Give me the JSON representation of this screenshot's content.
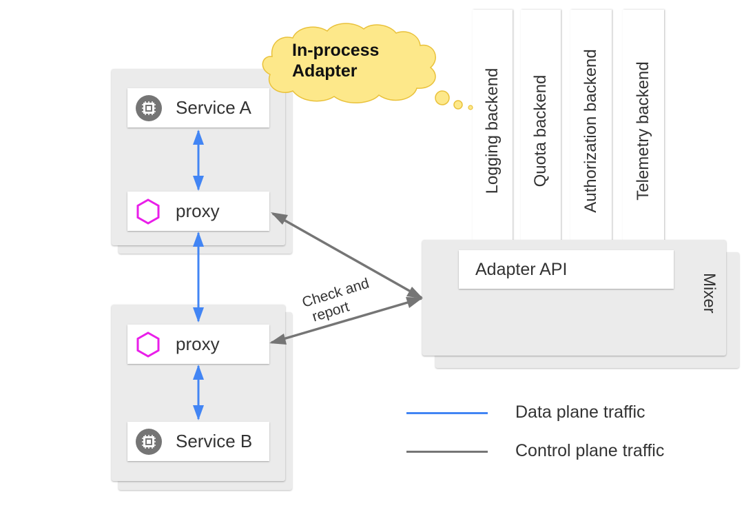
{
  "diagram": {
    "cloud": {
      "label_line1": "In-process",
      "label_line2": "Adapter",
      "fill": "#fde88a",
      "stroke": "#e9c13a"
    },
    "pod_a": {
      "service_label": "Service A",
      "proxy_label": "proxy"
    },
    "pod_b": {
      "proxy_label": "proxy",
      "service_label": "Service B"
    },
    "backends": [
      {
        "label": "Logging backend"
      },
      {
        "label": "Quota backend"
      },
      {
        "label": "Authorization backend"
      },
      {
        "label": "Telemetry backend"
      }
    ],
    "mixer": {
      "label": "Mixer",
      "adapter_api_label": "Adapter API"
    },
    "connector_label": {
      "line1": "Check and",
      "line2": "report"
    },
    "legend": [
      {
        "label": "Data plane traffic",
        "color": "#4285f4"
      },
      {
        "label": "Control plane traffic",
        "color": "#757575"
      }
    ],
    "colors": {
      "data_plane": "#4285f4",
      "control_plane": "#757575",
      "proxy_icon": "#e91ee9",
      "service_icon": "#757575"
    }
  }
}
